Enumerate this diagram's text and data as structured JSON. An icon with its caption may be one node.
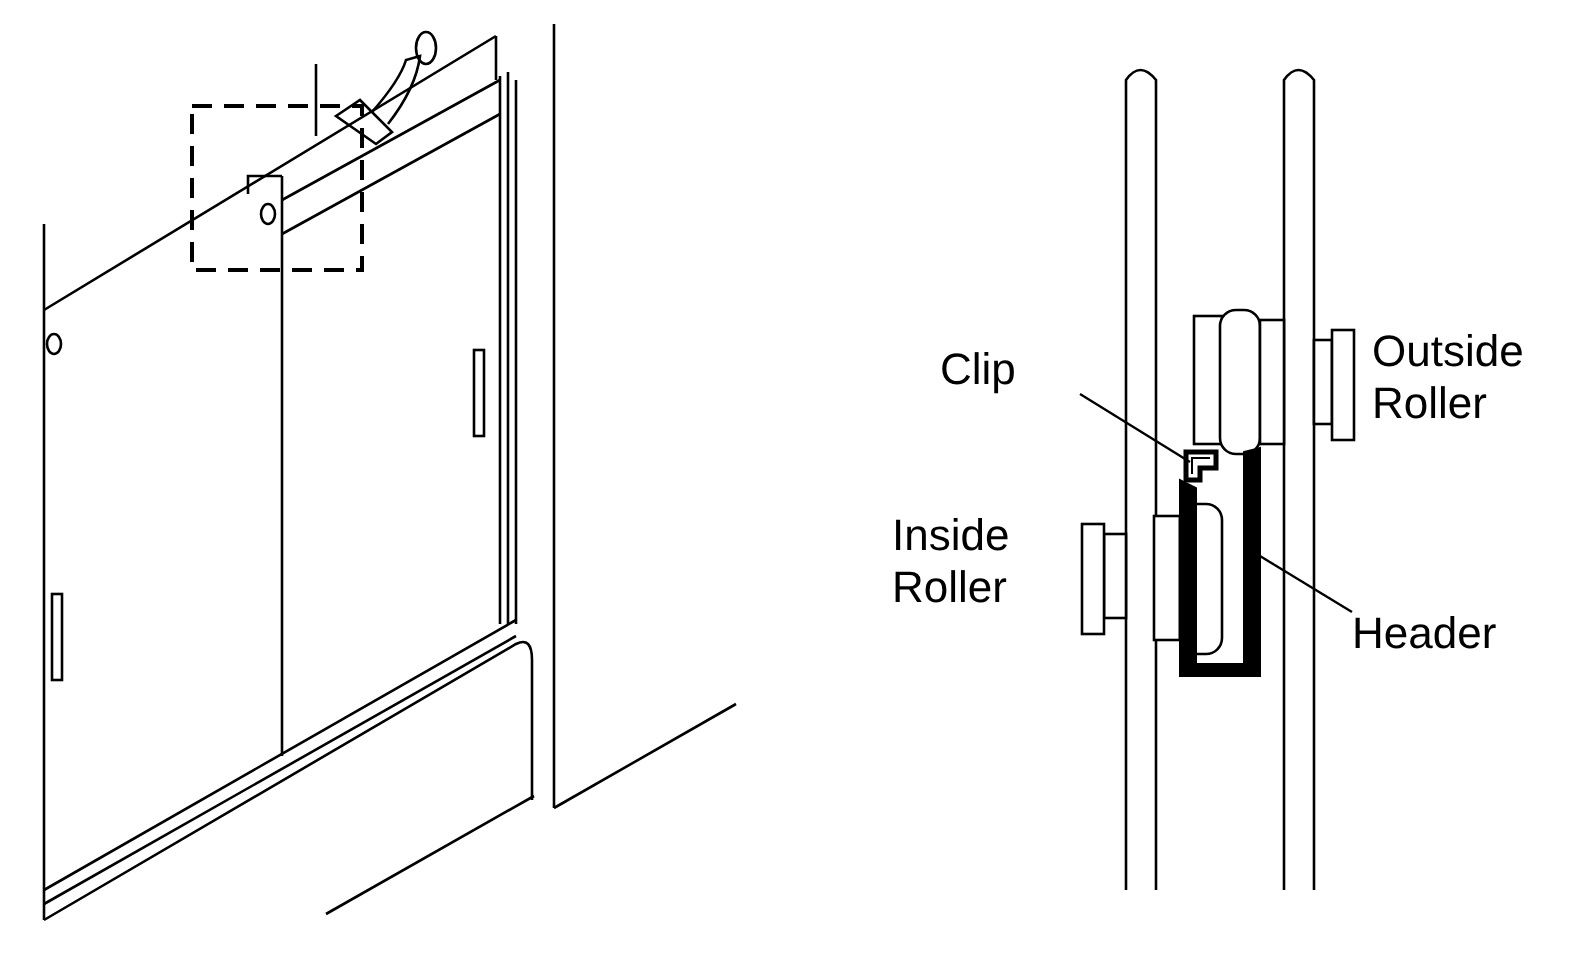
{
  "diagram": {
    "nodes": [
      {
        "text": [
          "Clip"
        ]
      },
      {
        "text": [],
        "shape": "picture"
      },
      {
        "text": [
          "Header"
        ]
      },
      {
        "text": [],
        "shape": "picture"
      }
    ],
    "edges": [
      {
        "from": 0,
        "to": 1,
        "arrow": "none"
      },
      {
        "from": 2,
        "to": 3,
        "arrow": "none"
      }
    ],
    "labels": [
      "Outside Roller",
      "Inside Roller"
    ]
  }
}
